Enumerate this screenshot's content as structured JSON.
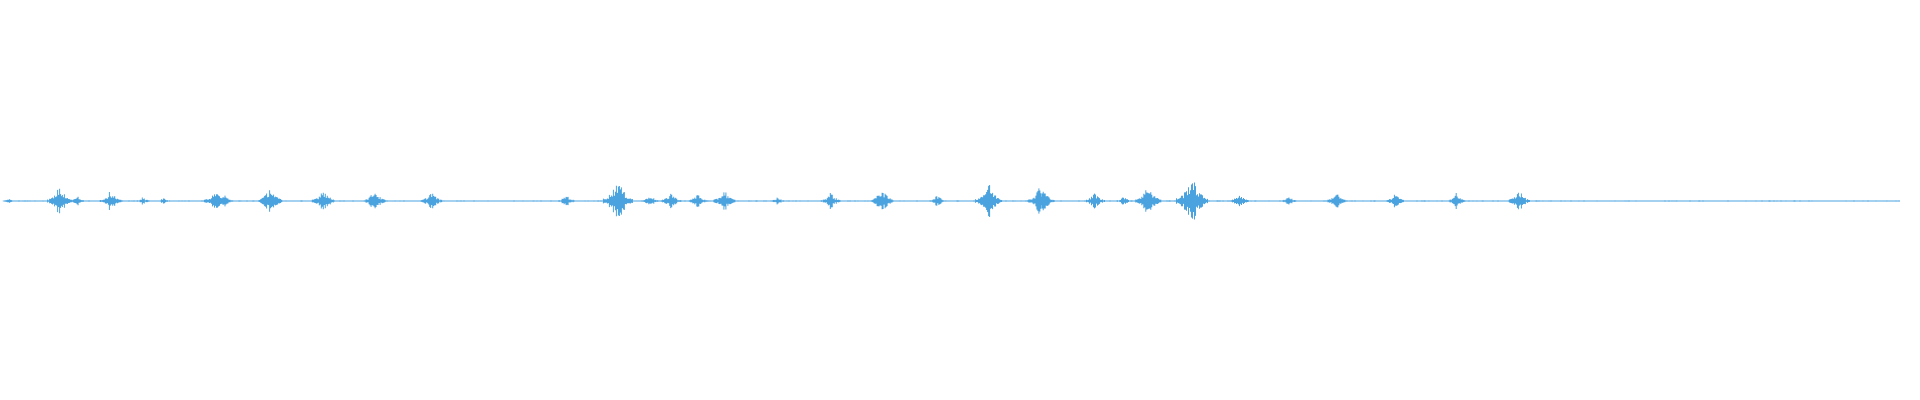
{
  "waveform": {
    "color": "#4aa3df",
    "background": "#ffffff",
    "baseline_amplitude": 0.02,
    "peaks": [
      {
        "t": 0.003,
        "amp": 0.1
      },
      {
        "t": 0.029,
        "amp": 0.55
      },
      {
        "t": 0.031,
        "amp": 0.35
      },
      {
        "t": 0.039,
        "amp": 0.2
      },
      {
        "t": 0.056,
        "amp": 0.4
      },
      {
        "t": 0.058,
        "amp": 0.25
      },
      {
        "t": 0.073,
        "amp": 0.15
      },
      {
        "t": 0.084,
        "amp": 0.12
      },
      {
        "t": 0.111,
        "amp": 0.45
      },
      {
        "t": 0.116,
        "amp": 0.25
      },
      {
        "t": 0.14,
        "amp": 0.55
      },
      {
        "t": 0.168,
        "amp": 0.5
      },
      {
        "t": 0.195,
        "amp": 0.45
      },
      {
        "t": 0.225,
        "amp": 0.4
      },
      {
        "t": 0.296,
        "amp": 0.25
      },
      {
        "t": 0.323,
        "amp": 0.85
      },
      {
        "t": 0.34,
        "amp": 0.25
      },
      {
        "t": 0.351,
        "amp": 0.35
      },
      {
        "t": 0.365,
        "amp": 0.3
      },
      {
        "t": 0.379,
        "amp": 0.45
      },
      {
        "t": 0.407,
        "amp": 0.15
      },
      {
        "t": 0.435,
        "amp": 0.35
      },
      {
        "t": 0.462,
        "amp": 0.5
      },
      {
        "t": 0.491,
        "amp": 0.25
      },
      {
        "t": 0.518,
        "amp": 0.7
      },
      {
        "t": 0.545,
        "amp": 0.6
      },
      {
        "t": 0.547,
        "amp": 0.45
      },
      {
        "t": 0.574,
        "amp": 0.35
      },
      {
        "t": 0.589,
        "amp": 0.2
      },
      {
        "t": 0.602,
        "amp": 0.65
      },
      {
        "t": 0.625,
        "amp": 0.95
      },
      {
        "t": 0.65,
        "amp": 0.3
      },
      {
        "t": 0.676,
        "amp": 0.2
      },
      {
        "t": 0.701,
        "amp": 0.35
      },
      {
        "t": 0.732,
        "amp": 0.3
      },
      {
        "t": 0.764,
        "amp": 0.3
      },
      {
        "t": 0.797,
        "amp": 0.45
      }
    ]
  }
}
